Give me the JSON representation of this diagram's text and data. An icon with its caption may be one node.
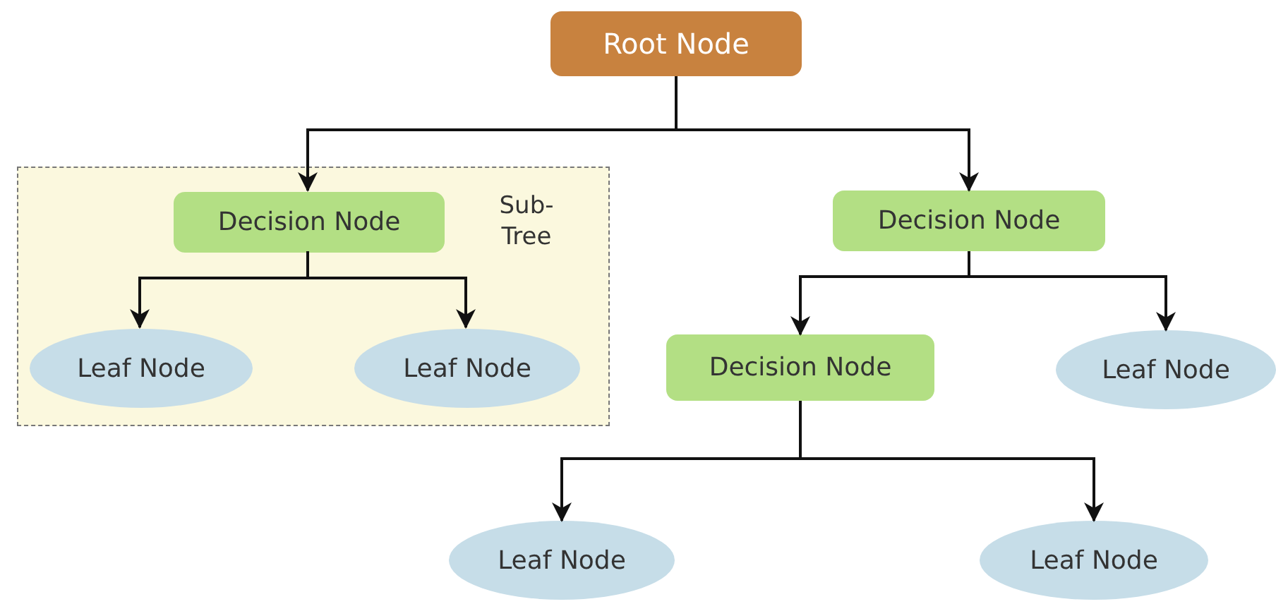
{
  "diagram": {
    "nodes": [
      {
        "text": [
          "Root Node"
        ]
      },
      {
        "text": [
          "Sub-Tree"
        ]
      },
      {
        "text": [
          "Decision Node"
        ],
        "in": 1
      },
      {
        "text": [
          "Leaf Node"
        ],
        "in": 1
      },
      {
        "text": [
          "Leaf Node"
        ],
        "in": 1
      },
      {
        "text": [
          "Decision Node"
        ]
      },
      {
        "text": [
          "Decision Node"
        ]
      },
      {
        "text": [
          "Leaf Node"
        ]
      },
      {
        "text": [
          "Leaf Node"
        ]
      },
      {
        "text": [
          "Leaf Node"
        ]
      }
    ],
    "edges": [
      {
        "from": 0,
        "to": 2,
        "arrow": "to"
      },
      {
        "from": 0,
        "to": 5,
        "arrow": "to"
      },
      {
        "from": 2,
        "to": 3,
        "arrow": "to"
      },
      {
        "from": 2,
        "to": 4,
        "arrow": "to"
      },
      {
        "from": 5,
        "to": 6,
        "arrow": "to"
      },
      {
        "from": 5,
        "to": 7,
        "arrow": "to"
      },
      {
        "from": 6,
        "to": 8,
        "arrow": "to"
      },
      {
        "from": 6,
        "to": 9,
        "arrow": "to"
      }
    ]
  }
}
